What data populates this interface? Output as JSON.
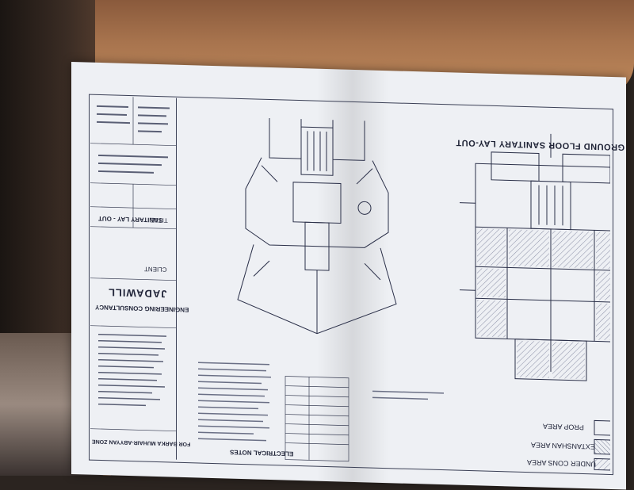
{
  "drawing": {
    "plan_title": "GROUND FLOOR SANITARY LAY-OUT",
    "legend_items": [
      {
        "label": "PROP AREA"
      },
      {
        "label": "EXTANSHAN AREA"
      },
      {
        "label": "UNDER CONS AREA"
      }
    ],
    "notes_title": "ELECTRICAL NOTES"
  },
  "title_block": {
    "firm_name": "JADAWILL",
    "firm_subtitle": "ENGINEERING CONSULTANCY",
    "client_label": "CLIENT",
    "title_label": "TITLE",
    "title_value": "SANITARY LAY - OUT",
    "project_label": "FOR BARKA MUHAIR-ABYYAN ZONE"
  }
}
